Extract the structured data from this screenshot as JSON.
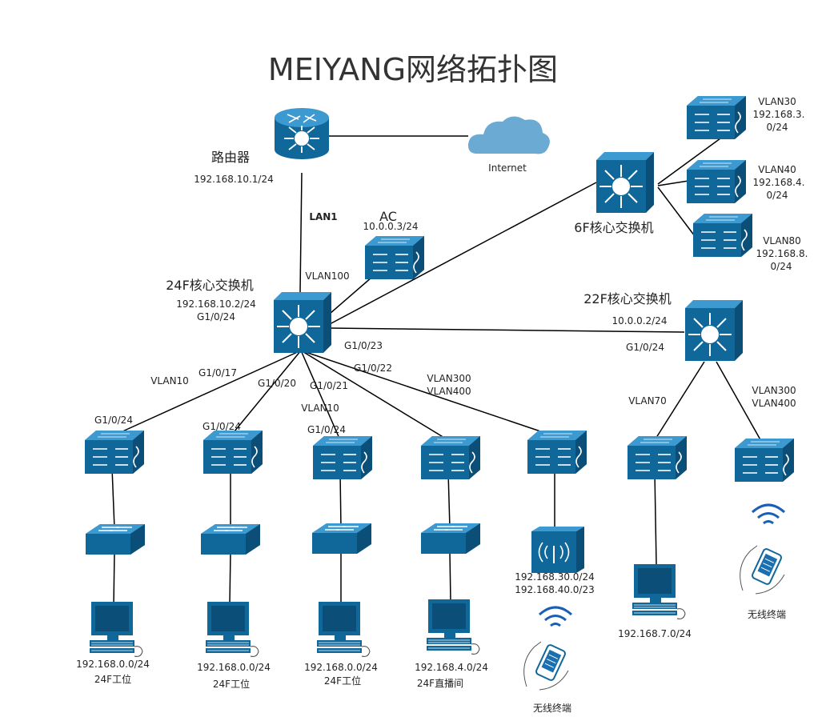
{
  "title": "MEIYANG网络拓扑图",
  "colors": {
    "device": "#10679a",
    "device_top": "#3d9ad1",
    "cloud": "#6aaad3",
    "wifi": "#1a5fb4",
    "line": "#000000"
  },
  "internet": {
    "label": "Internet"
  },
  "router": {
    "name": "路由器",
    "ip": "192.168.10.1/24"
  },
  "core24": {
    "name": "24F核心交换机",
    "ip": "192.168.10.2/24",
    "port": "G1/0/24"
  },
  "core6": {
    "name": "6F核心交换机"
  },
  "core22": {
    "name": "22F核心交换机",
    "ip": "10.0.0.2/24",
    "port": "G1/0/24"
  },
  "ac": {
    "name": "AC",
    "ip": "10.0.0.3/24"
  },
  "links": {
    "lan1": "LAN1",
    "vlan100": "VLAN100",
    "g1_0_23": "G1/0/23",
    "g1_0_17": "G1/0/17",
    "g1_0_20": "G1/0/20",
    "g1_0_21": "G1/0/21",
    "g1_0_22": "G1/0/22",
    "vlan10_a": "VLAN10",
    "vlan10_b": "VLAN10",
    "vlan300_400_a": [
      "VLAN300",
      "VLAN400"
    ],
    "vlan70": "VLAN70",
    "vlan300_400_b": [
      "VLAN300",
      "VLAN400"
    ]
  },
  "access_ports": [
    "G1/0/24",
    "G1/0/24",
    "G1/0/24"
  ],
  "vlan_switches": [
    {
      "vlan": "VLAN30",
      "net": [
        "192.168.3.",
        "0/24"
      ]
    },
    {
      "vlan": "VLAN40",
      "net": [
        "192.168.4.",
        "0/24"
      ]
    },
    {
      "vlan": "VLAN80",
      "net": [
        "192.168.8.",
        "0/24"
      ]
    }
  ],
  "pcs": [
    {
      "ip": "192.168.0.0/24",
      "area": "24F工位"
    },
    {
      "ip": "192.168.0.0/24",
      "area": "24F工位"
    },
    {
      "ip": "192.168.0.0/24",
      "area": "24F工位"
    },
    {
      "ip": "192.168.4.0/24",
      "area": "24F直播间"
    },
    {
      "ip": "192.168.7.0/24"
    }
  ],
  "ap": {
    "ip": [
      "192.168.30.0/24",
      "192.168.40.0/23"
    ]
  },
  "wireless_terminals": [
    "无线终端",
    "无线终端"
  ]
}
